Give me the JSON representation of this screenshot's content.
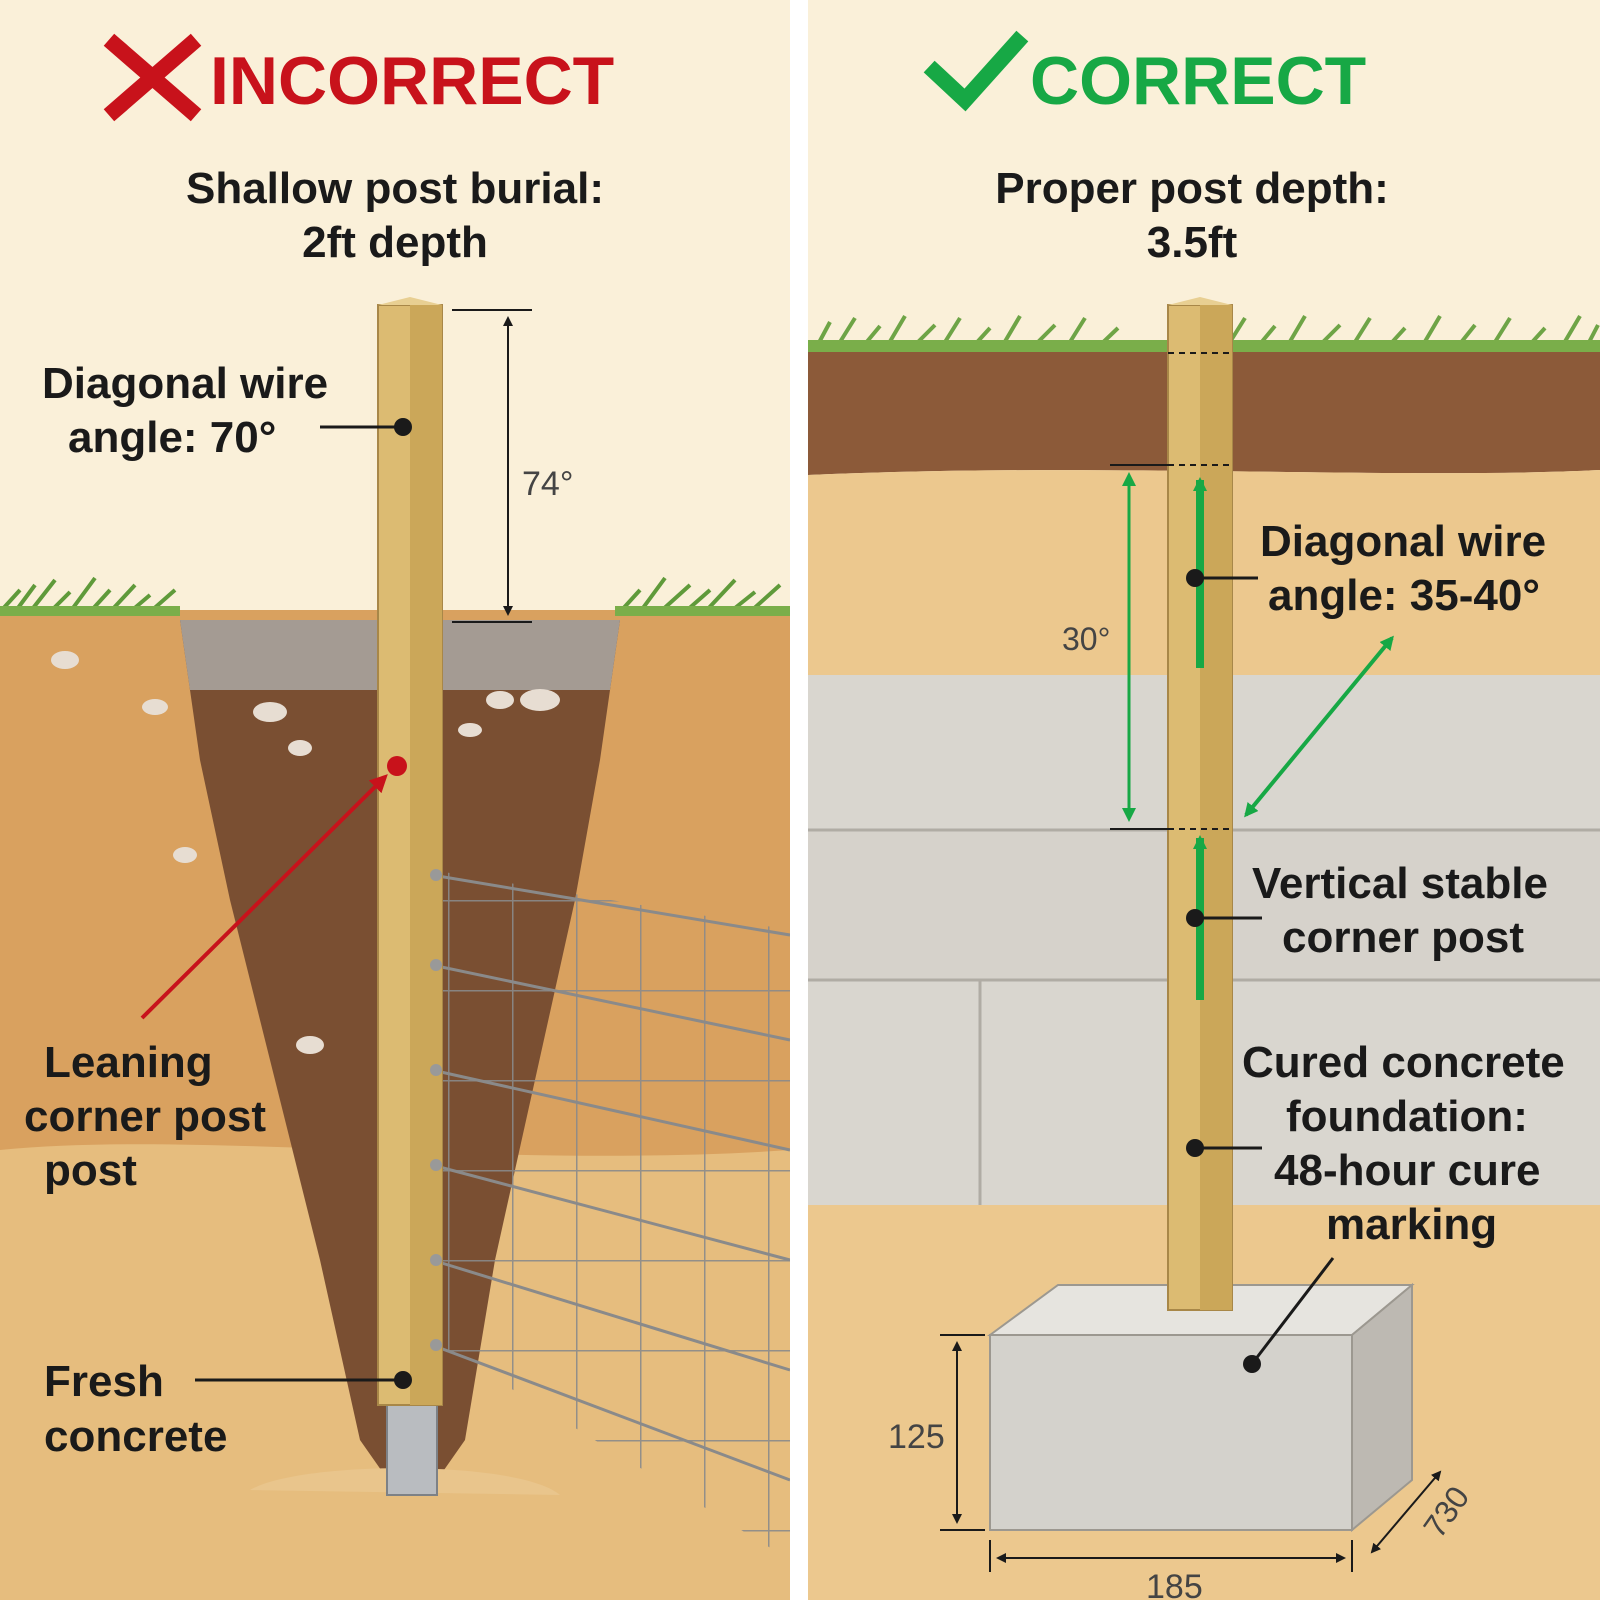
{
  "colors": {
    "incorrect": "#c8121b",
    "correct": "#17a845",
    "background": "#faf0d9",
    "wood": "#dcbb72",
    "concrete": "#d4d2cc"
  },
  "left_panel": {
    "header_icon": "cross-icon",
    "header": "INCORRECT",
    "subtitle_line1": "Shallow post burial:",
    "subtitle_line2": "2ft depth",
    "wire_label_line1": "Diagonal wire",
    "wire_label_line2": "angle: 70°",
    "height_dimension": "74°",
    "leaning_line1": "Leaning",
    "leaning_line2": "corner post",
    "leaning_line3": "post",
    "concrete_line1": "Fresh",
    "concrete_line2": "concrete"
  },
  "right_panel": {
    "header_icon": "check-icon",
    "header": "CORRECT",
    "subtitle_line1": "Proper post depth:",
    "subtitle_line2": "3.5ft",
    "depth_dimension": "30°",
    "wire_label_line1": "Diagonal wire",
    "wire_label_line2": "angle: 35-40°",
    "vertical_line1": "Vertical stable",
    "vertical_line2": "corner post",
    "cured_line1": "Cured concrete",
    "cured_line2": "foundation:",
    "cured_line3": "48-hour cure",
    "cured_line4": "marking",
    "block_height": "125",
    "block_width": "185",
    "block_depth": "730"
  }
}
